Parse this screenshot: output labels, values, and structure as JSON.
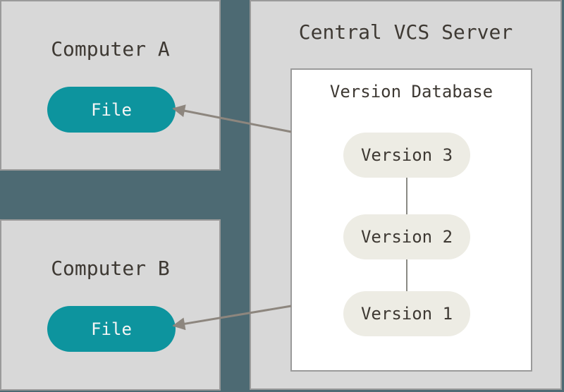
{
  "server": {
    "label": "Central VCS Server",
    "database": {
      "label": "Version Database",
      "versions": [
        "Version 3",
        "Version 2",
        "Version 1"
      ]
    }
  },
  "computers": [
    {
      "label": "Computer A",
      "file_label": "File"
    },
    {
      "label": "Computer B",
      "file_label": "File"
    }
  ],
  "colors": {
    "background": "#4d6a73",
    "panel_fill": "#d8d8d8",
    "panel_border": "#9a9a9a",
    "database_fill": "#ffffff",
    "file_pill": "#0d949e",
    "file_text": "#f5f5f5",
    "version_pill": "#edece4",
    "text": "#3e3933",
    "arrow": "#8d867e"
  }
}
